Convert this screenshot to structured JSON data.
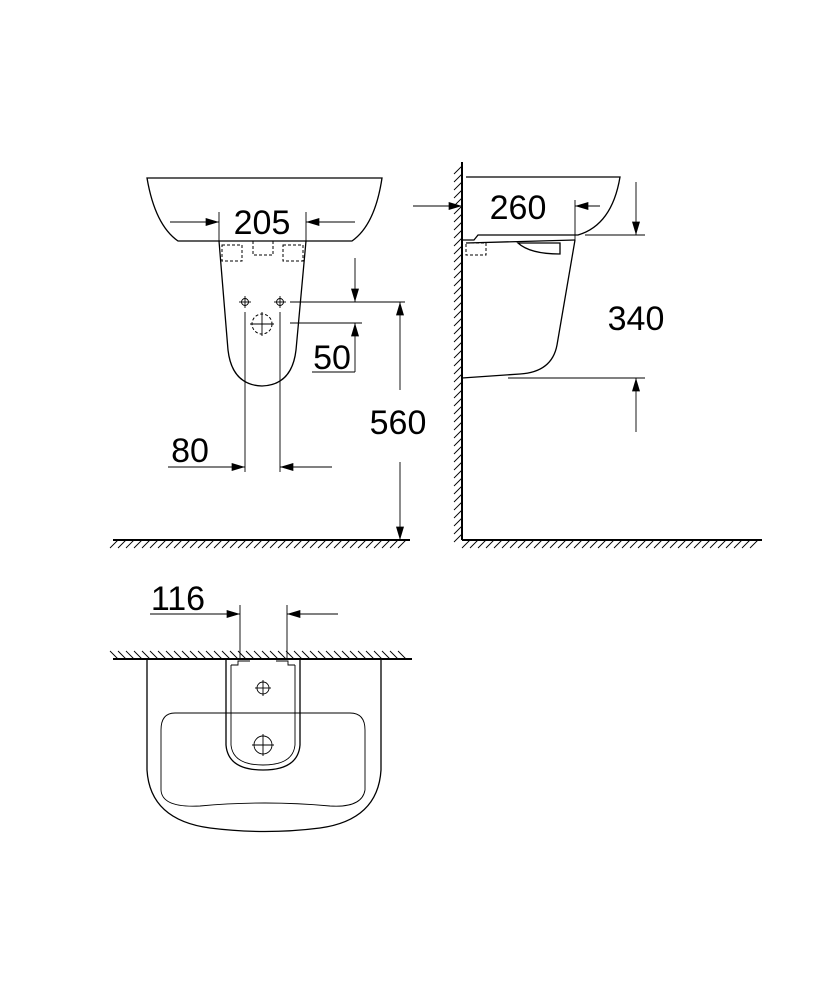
{
  "dimensions": {
    "basin_pedestal_top_width": "205",
    "pedestal_hole_spacing": "80",
    "hole_vertical_offset": "50",
    "hole_height_from_floor": "560",
    "wall_projection": "260",
    "pedestal_height": "340",
    "pedestal_width_at_wall": "116"
  },
  "colors": {
    "line": "#000000",
    "background": "#ffffff"
  }
}
